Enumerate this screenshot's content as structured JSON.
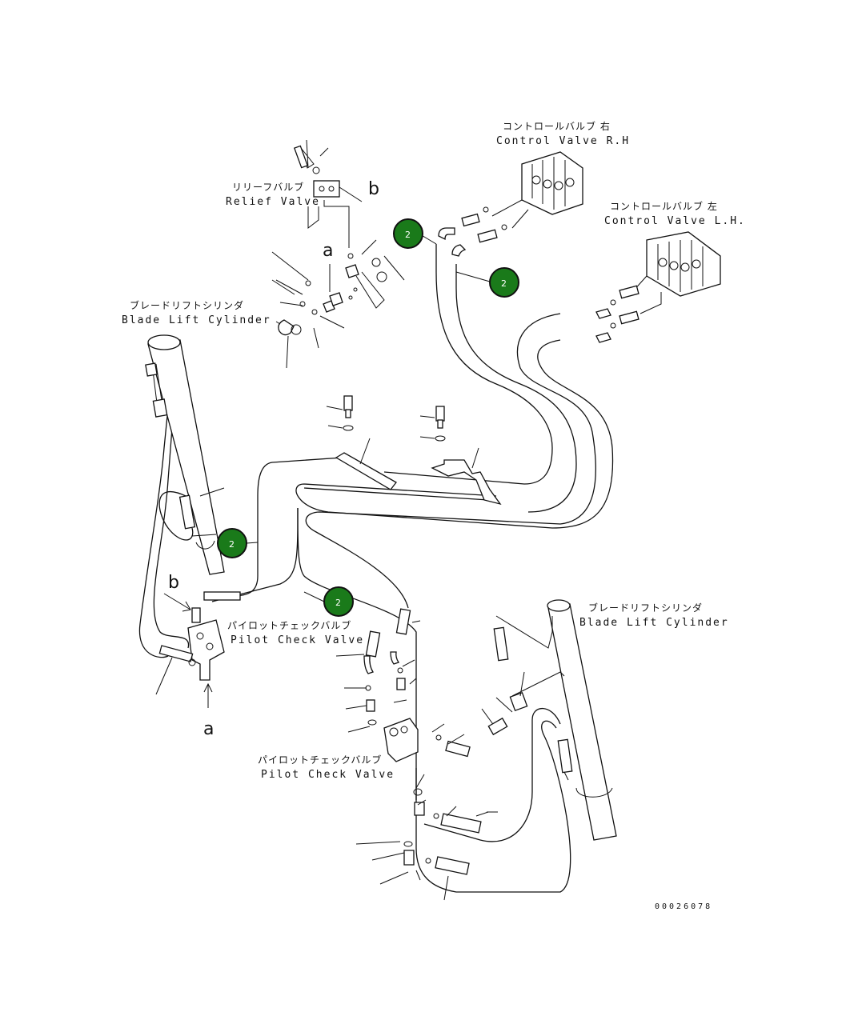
{
  "labels": {
    "control_valve_rh_jp": "コントロールバルブ 右",
    "control_valve_rh_en": "Control Valve R.H",
    "control_valve_lh_jp": "コントロールバルブ 左",
    "control_valve_lh_en": "Control Valve L.H.",
    "relief_valve_jp": "リリーフバルブ",
    "relief_valve_en": "Relief Valve",
    "blade_lift_left_jp": "ブレードリフトシリンダ",
    "blade_lift_left_en": "Blade Lift Cylinder",
    "blade_lift_right_jp": "ブレードリフトシリンダ",
    "blade_lift_right_en": "Blade Lift Cylinder",
    "pilot_check_left_jp": "パイロットチェックバルブ",
    "pilot_check_left_en": "Pilot Check Valve",
    "pilot_check_right_jp": "パイロットチェックバルブ",
    "pilot_check_right_en": "Pilot Check Valve"
  },
  "markers": {
    "a_top": "a",
    "b_top": "b",
    "b_left": "b",
    "a_bottom": "a"
  },
  "badges": [
    {
      "label": "2"
    },
    {
      "label": "2"
    },
    {
      "label": "2"
    },
    {
      "label": "2"
    }
  ],
  "drawing_code": "00026078",
  "colors": {
    "badge_fill": "#1a7a1a",
    "line": "#111111",
    "background": "#ffffff"
  }
}
